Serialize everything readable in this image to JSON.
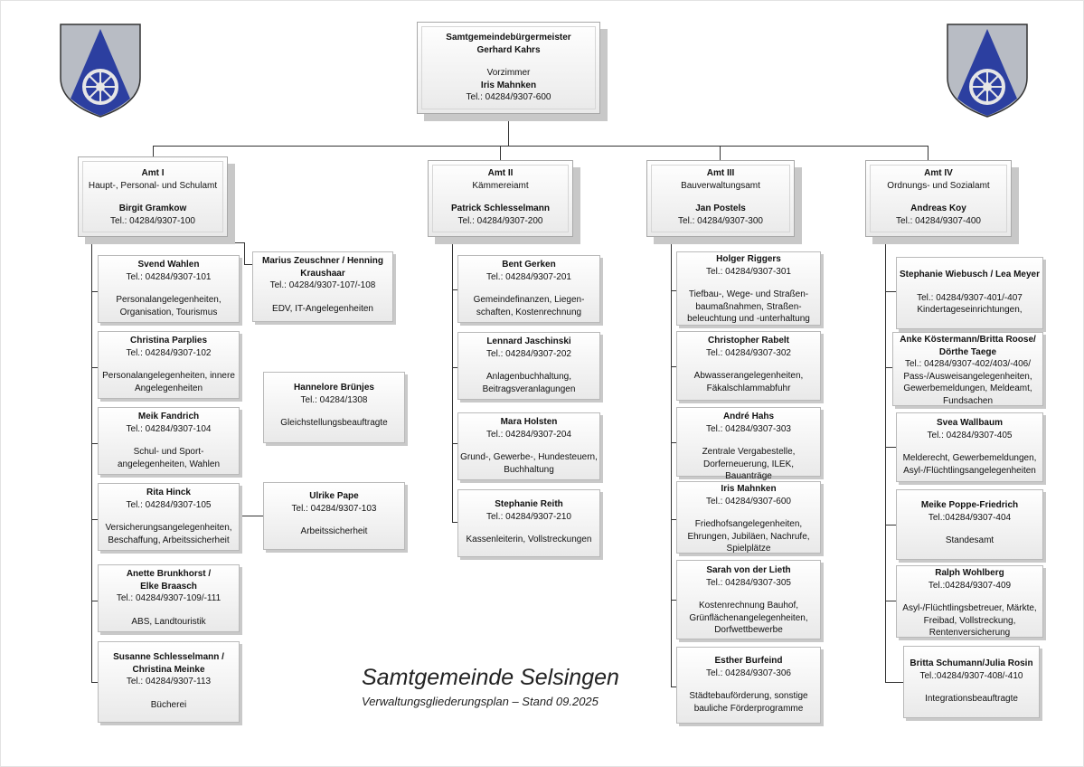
{
  "head": {
    "title": "Samtgemeindebürgermeister",
    "name": "Gerhard Kahrs",
    "vorzimmer_label": "Vorzimmer",
    "vorzimmer_name": "Iris Mahnken",
    "phone": "Tel.: 04284/9307-600"
  },
  "amt1": {
    "title": "Amt I",
    "subtitle": "Haupt-, Personal- und Schulamt",
    "name": "Birgit Gramkow",
    "phone": "Tel.: 04284/9307-100",
    "staff": [
      {
        "name": "Svend Wahlen",
        "phone": "Tel.: 04284/9307-101",
        "duty1": "Personalangelegenheiten,",
        "duty2": "Organisation, Tourismus"
      },
      {
        "name": "Christina Parplies",
        "phone": "Tel.: 04284/9307-102",
        "duty1": "Personalangelegenheiten, innere",
        "duty2": "Angelegenheiten"
      },
      {
        "name": "Meik Fandrich",
        "phone": "Tel.: 04284/9307-104",
        "duty1": "Schul- und Sport-",
        "duty2": "angelegenheiten, Wahlen"
      },
      {
        "name": "Rita Hinck",
        "phone": "Tel.: 04284/9307-105",
        "duty1": "Versicherungsangelegenheiten,",
        "duty2": "Beschaffung, Arbeitssicherheit"
      },
      {
        "name1": "Anette Brunkhorst /",
        "name2": "Elke Braasch",
        "phone": "Tel.: 04284/9307-109/-111",
        "duty1": "ABS, Landtouristik"
      },
      {
        "name1": "Susanne Schlesselmann /",
        "name2": "Christina Meinke",
        "phone": "Tel.: 04284/9307-113",
        "duty1": "Bücherei"
      }
    ],
    "side": [
      {
        "name1": "Marius Zeuschner / Henning",
        "name2": "Kraushaar",
        "phone": "Tel.: 04284/9307-107/-108",
        "duty1": "EDV, IT-Angelegenheiten"
      },
      {
        "name": "Hannelore Brünjes",
        "phone": "Tel.: 04284/1308",
        "duty1": "Gleichstellungsbeauftragte"
      },
      {
        "name": "Ulrike Pape",
        "phone": "Tel.: 04284/9307-103",
        "duty1": "Arbeitssicherheit"
      }
    ]
  },
  "amt2": {
    "title": "Amt II",
    "subtitle": "Kämmereiamt",
    "name": "Patrick Schlesselmann",
    "phone": "Tel.: 04284/9307-200",
    "staff": [
      {
        "name": "Bent Gerken",
        "phone": "Tel.: 04284/9307-201",
        "duty1": "Gemeindefinanzen, Liegen-",
        "duty2": "schaften, Kostenrechnung"
      },
      {
        "name": "Lennard Jaschinski",
        "phone": "Tel.: 04284/9307-202",
        "duty1": "Anlagenbuchhaltung,",
        "duty2": "Beitragsveranlagungen"
      },
      {
        "name": "Mara Holsten",
        "phone": "Tel.: 04284/9307-204",
        "duty1": "Grund-, Gewerbe-, Hundesteuern,",
        "duty2": "Buchhaltung"
      },
      {
        "name": "Stephanie Reith",
        "phone": "Tel.: 04284/9307-210",
        "duty1": "Kassenleiterin, Vollstreckungen"
      }
    ]
  },
  "amt3": {
    "title": "Amt III",
    "subtitle": "Bauverwaltungsamt",
    "name": "Jan Postels",
    "phone": "Tel.: 04284/9307-300",
    "staff": [
      {
        "name": "Holger Riggers",
        "phone": "Tel.: 04284/9307-301",
        "duty1": "Tiefbau-, Wege- und Straßen-",
        "duty2": "baumaßnahmen, Straßen-",
        "duty3": "beleuchtung und -unterhaltung"
      },
      {
        "name": "Christopher Rabelt",
        "phone": "Tel.: 04284/9307-302",
        "duty1": "Abwasserangelegenheiten,",
        "duty2": "Fäkalschlammabfuhr"
      },
      {
        "name": "André Hahs",
        "phone": "Tel.: 04284/9307-303",
        "duty1": "Zentrale Vergabestelle,",
        "duty2": "Dorferneuerung, ILEK, Bauanträge"
      },
      {
        "name": "Iris Mahnken",
        "phone": "Tel.: 04284/9307-600",
        "duty1": "Friedhofsangelegenheiten,",
        "duty2": "Ehrungen, Jubiläen, Nachrufe,",
        "duty3": "Spielplätze"
      },
      {
        "name": "Sarah von der Lieth",
        "phone": "Tel.: 04284/9307-305",
        "duty1": "Kostenrechnung Bauhof,",
        "duty2": "Grünflächenangelegenheiten,",
        "duty3": "Dorfwettbewerbe"
      },
      {
        "name": "Esther Burfeind",
        "phone": "Tel.: 04284/9307-306",
        "duty1": "Städtebauförderung, sonstige",
        "duty2": "bauliche Förderprogramme"
      }
    ]
  },
  "amt4": {
    "title": "Amt IV",
    "subtitle": "Ordnungs- und Sozialamt",
    "name": "Andreas Koy",
    "phone": "Tel.: 04284/9307-400",
    "staff": [
      {
        "name": "Stephanie Wiebusch / Lea Meyer",
        "phone": "Tel.: 04284/9307-401/-407",
        "duty1": "Kindertageseinrichtungen,"
      },
      {
        "name1": "Anke Köstermann/Britta Roose/",
        "name2": "Dörthe Taege",
        "phone": "Tel.: 04284/9307-402/403/-406/",
        "duty1": "Pass-/Ausweisangelegenheiten,",
        "duty2": "Gewerbemeldungen, Meldeamt,",
        "duty3": "Fundsachen"
      },
      {
        "name": "Svea Wallbaum",
        "phone": "Tel.: 04284/9307-405",
        "duty1": "Melderecht, Gewerbemeldungen,",
        "duty2": "Asyl-/Flüchtlingsangelegenheiten"
      },
      {
        "name": "Meike Poppe-Friedrich",
        "phone": "Tel.:04284/9307-404",
        "duty1": "Standesamt"
      },
      {
        "name": "Ralph Wohlberg",
        "phone": "Tel.:04284/9307-409",
        "duty1": "Asyl-/Flüchtlingsbetreuer, Märkte,",
        "duty2": "Freibad, Vollstreckung,",
        "duty3": "Rentenversicherung"
      },
      {
        "name": "Britta Schumann/Julia Rosin",
        "phone": "Tel.:04284/9307-408/-410",
        "duty1": "Integrationsbeauftragte"
      }
    ]
  },
  "footer": {
    "title": "Samtgemeinde Selsingen",
    "subtitle": "Verwaltungsgliederungsplan – Stand 09.2025"
  },
  "colors": {
    "crest_blue": "#2c3fa0",
    "crest_grey": "#b8bcc4",
    "line": "#333333"
  },
  "icons": {
    "left": "coat-of-arms-icon",
    "right": "coat-of-arms-icon"
  }
}
